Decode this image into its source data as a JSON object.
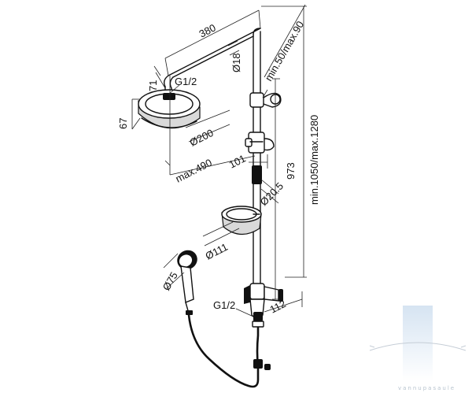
{
  "labels": {
    "width_380": "380",
    "pipe_dia": "Ø18",
    "arm_height": "71",
    "thread_top": "G1/2",
    "head_height": "67",
    "head_dia": "Ø200",
    "reach_max": "max.490",
    "adjust": "min.50/max.90",
    "offset_101": "101",
    "height_973": "973",
    "height_range": "min.1050/max.1280",
    "rail_dia": "Ø20.5",
    "ring_dia": "Ø111",
    "hand_dia": "Ø75",
    "thread_bottom": "G1/2",
    "depth_112": "112"
  },
  "watermark": "vannupasaule",
  "colors": {
    "line": "#111111",
    "watermark": "#b8c4cf",
    "watermark_bar": "#c9d9ea"
  }
}
